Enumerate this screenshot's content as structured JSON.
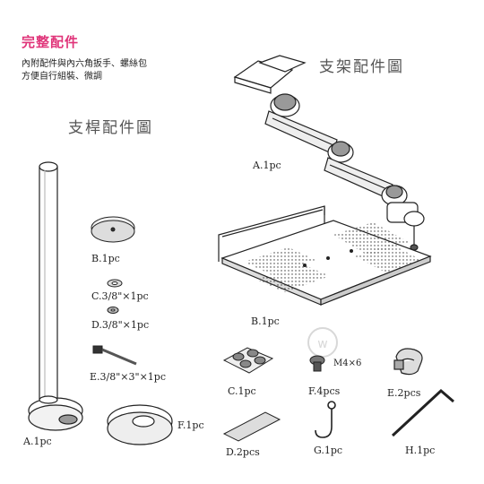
{
  "header": {
    "title": "完整配件",
    "line1": "內附配件與內六角扳手、螺絲包",
    "line2": "方便自行組裝、微調"
  },
  "sections": {
    "arm_title": "支架配件圖",
    "pole_title": "支桿配件圖"
  },
  "arm_parts": {
    "a": "A.1pc",
    "b": "B.1pc",
    "c": "C.1pc",
    "d": "D.2pcs",
    "e": "E.2pcs",
    "f": "F.4pcs",
    "f_size": "M4×6",
    "g": "G.1pc",
    "h": "H.1pc"
  },
  "pole_parts": {
    "a": "A.1pc",
    "b": "B.1pc",
    "c": "C.3/8\"×1pc",
    "d": "D.3/8\"×1pc",
    "e": "E.3/8\"×3\"×1pc",
    "f": "F.1pc"
  }
}
